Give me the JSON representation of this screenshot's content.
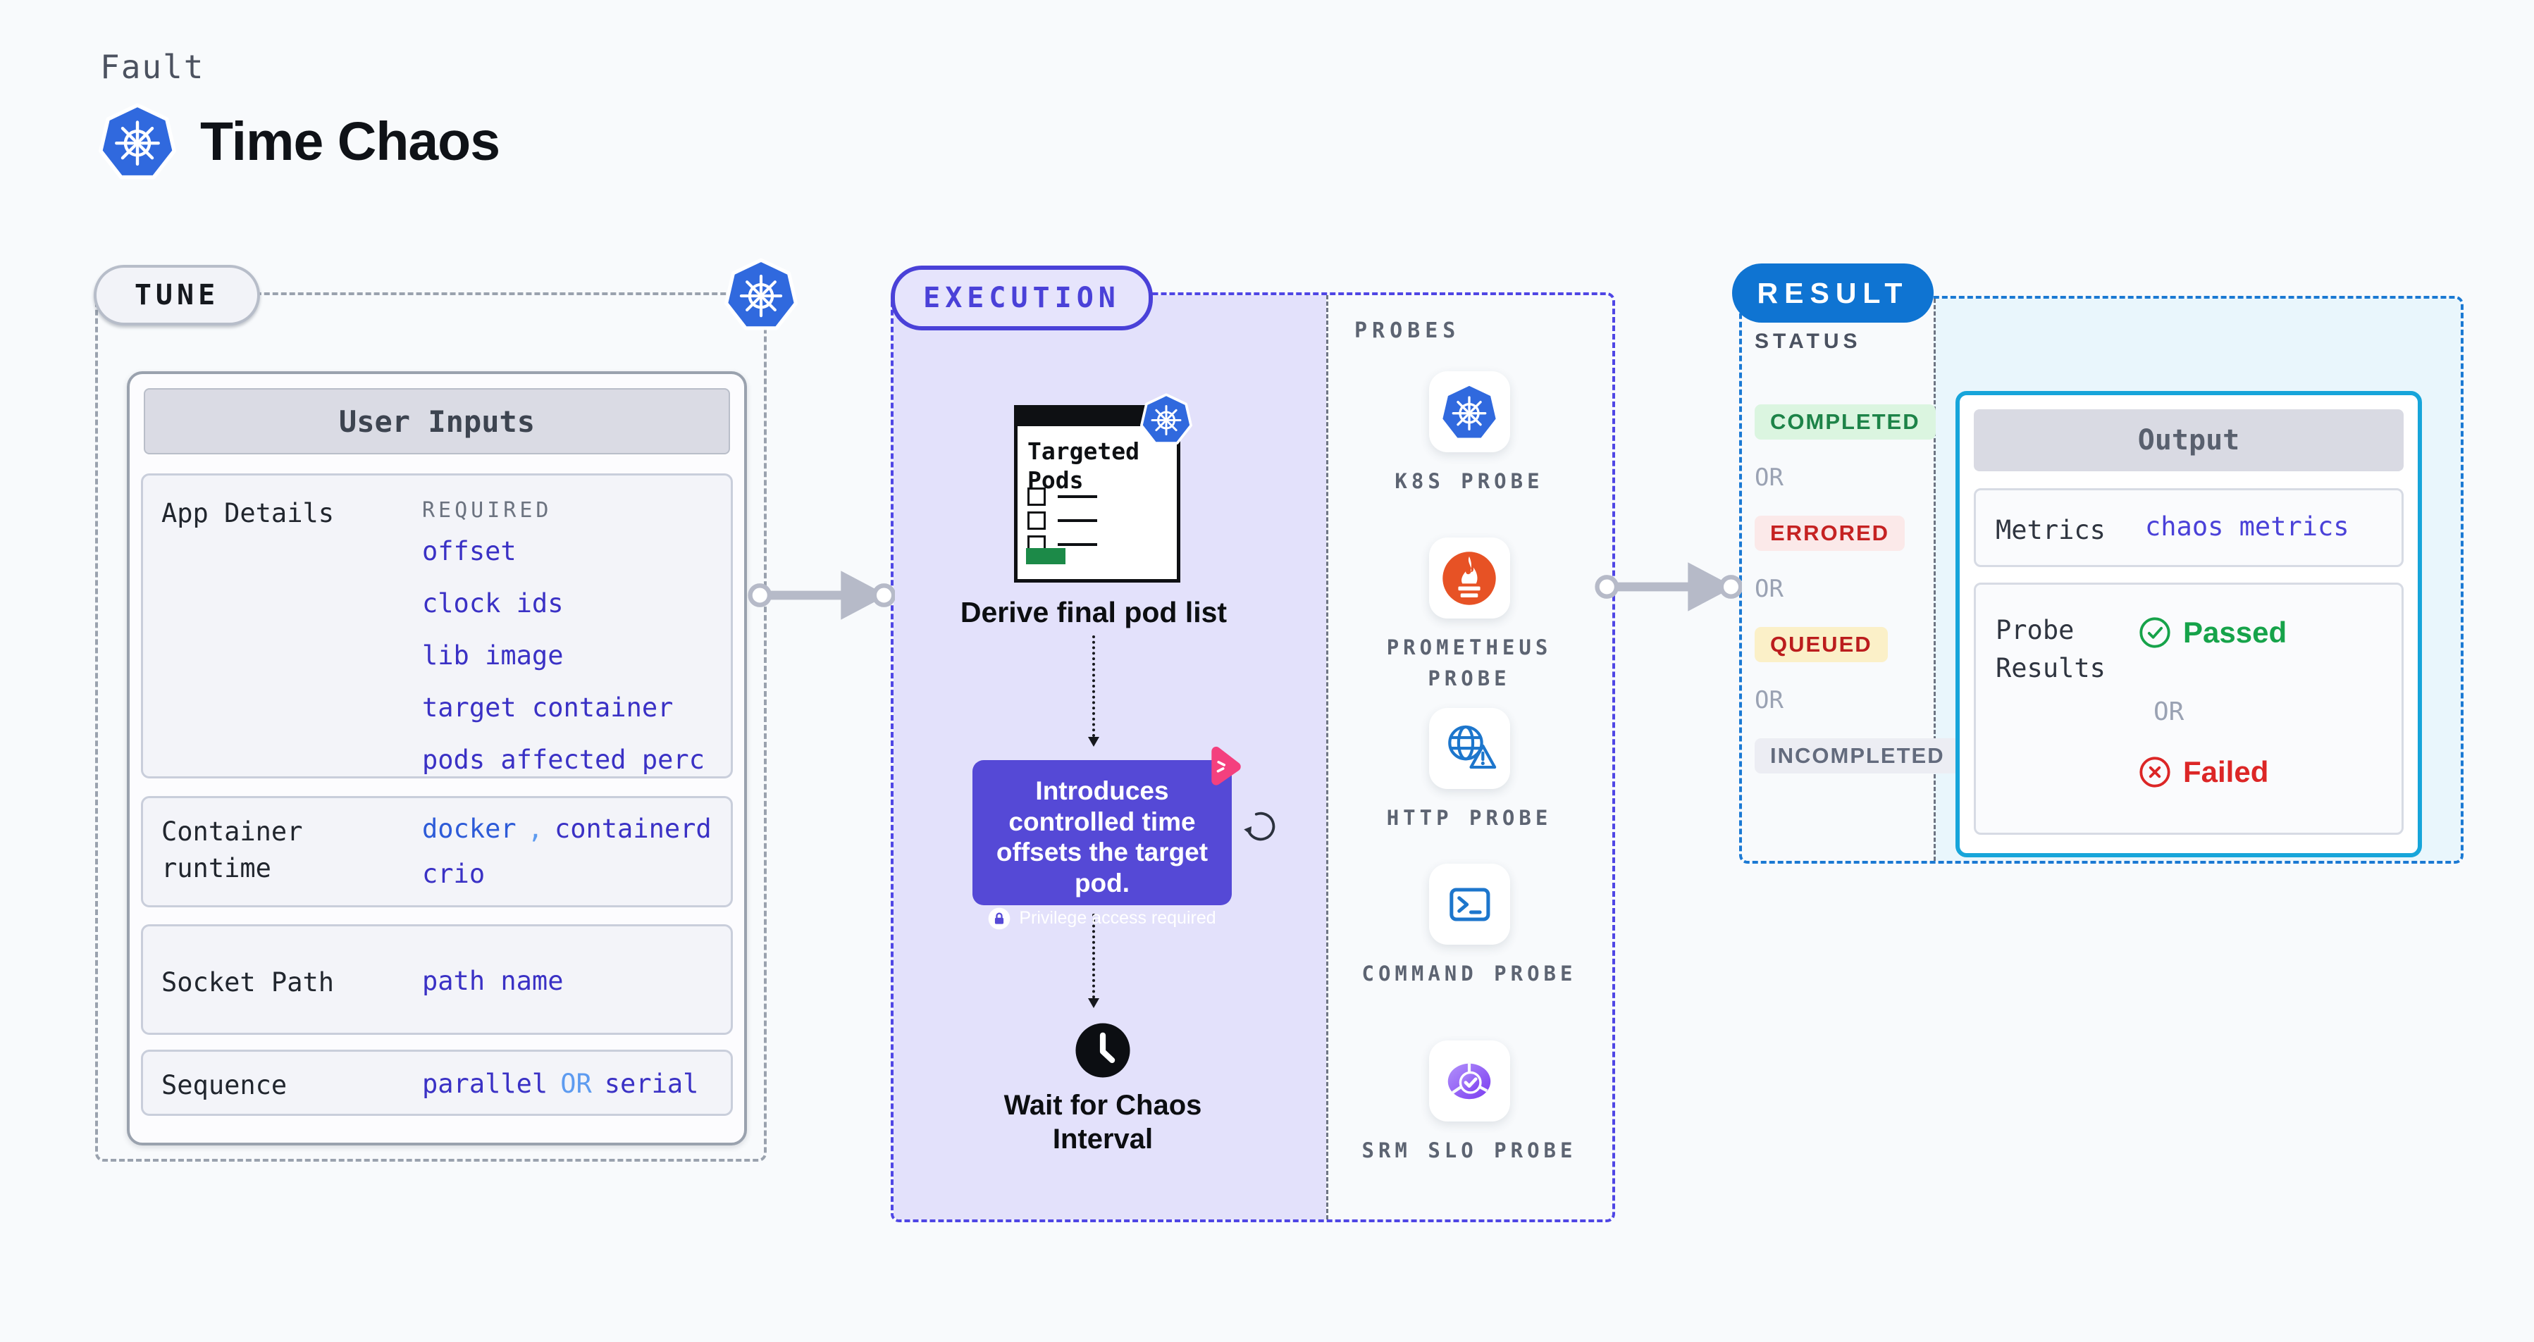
{
  "header": {
    "eyebrow": "Fault",
    "title": "Time Chaos"
  },
  "tune": {
    "label": "TUNE",
    "panel_title": "User Inputs",
    "app_details": {
      "label": "App Details",
      "required_tag": "REQUIRED",
      "values": [
        "offset",
        "clock ids",
        "lib image",
        "target container",
        "pods affected perc"
      ]
    },
    "container_runtime": {
      "label": "Container runtime",
      "value_1": "docker",
      "separator": ",",
      "value_2": "containerd",
      "value_3": "crio"
    },
    "socket_path": {
      "label": "Socket Path",
      "value": "path name"
    },
    "sequence": {
      "label": "Sequence",
      "value_a": "parallel",
      "or": "OR",
      "value_b": "serial"
    }
  },
  "execution": {
    "label": "EXECUTION",
    "targeted_pods_title": "Targeted Pods",
    "derive_step": "Derive final pod list",
    "inject_card": {
      "text": "Introduces controlled time offsets the target pod.",
      "badge": "Privilege access required"
    },
    "wait_step": "Wait for Chaos Interval"
  },
  "probes": {
    "label": "PROBES",
    "items": [
      {
        "label": "K8S PROBE",
        "icon": "kubernetes-icon"
      },
      {
        "label": "PROMETHEUS PROBE",
        "icon": "prometheus-icon"
      },
      {
        "label": "HTTP PROBE",
        "icon": "http-globe-icon"
      },
      {
        "label": "COMMAND PROBE",
        "icon": "terminal-icon"
      },
      {
        "label": "SRM SLO PROBE",
        "icon": "slo-pie-icon"
      }
    ]
  },
  "result": {
    "label": "RESULT",
    "status_heading": "STATUS",
    "or_text": "OR",
    "statuses": [
      {
        "label": "COMPLETED",
        "text_color": "#1d8348",
        "bg_color": "#dbf5e0"
      },
      {
        "label": "ERRORED",
        "text_color": "#c52222",
        "bg_color": "#fbe9e9"
      },
      {
        "label": "QUEUED",
        "text_color": "#bb1d1d",
        "bg_color": "#fbf0c8"
      },
      {
        "label": "INCOMPLETED",
        "text_color": "#636b7d",
        "bg_color": "#ecedf3"
      }
    ],
    "output": {
      "title": "Output",
      "metrics_label": "Metrics",
      "metrics_value": "chaos metrics",
      "probe_results_label": "Probe Results",
      "passed": "Passed",
      "failed": "Failed"
    }
  },
  "colors": {
    "page_bg": "#f8fafc",
    "tune_border": "#9aa2ae",
    "execution_accent": "#4a41d8",
    "execution_fill": "#e3e1fb",
    "result_accent": "#0f74d2",
    "output_border": "#17a5da",
    "result_fill": "#e9f6fc",
    "value_blue": "#3a31c5",
    "link_blue": "#4a41d8",
    "passed_green": "#16a34a",
    "failed_red": "#dc2626",
    "arrow_gray": "#b6bac8",
    "inject_purple": "#5549d6",
    "kubernetes_blue": "#3069de",
    "prometheus_orange": "#e75225",
    "chaos_pink": "#f4407e",
    "targeted_green": "#1c8a48"
  }
}
